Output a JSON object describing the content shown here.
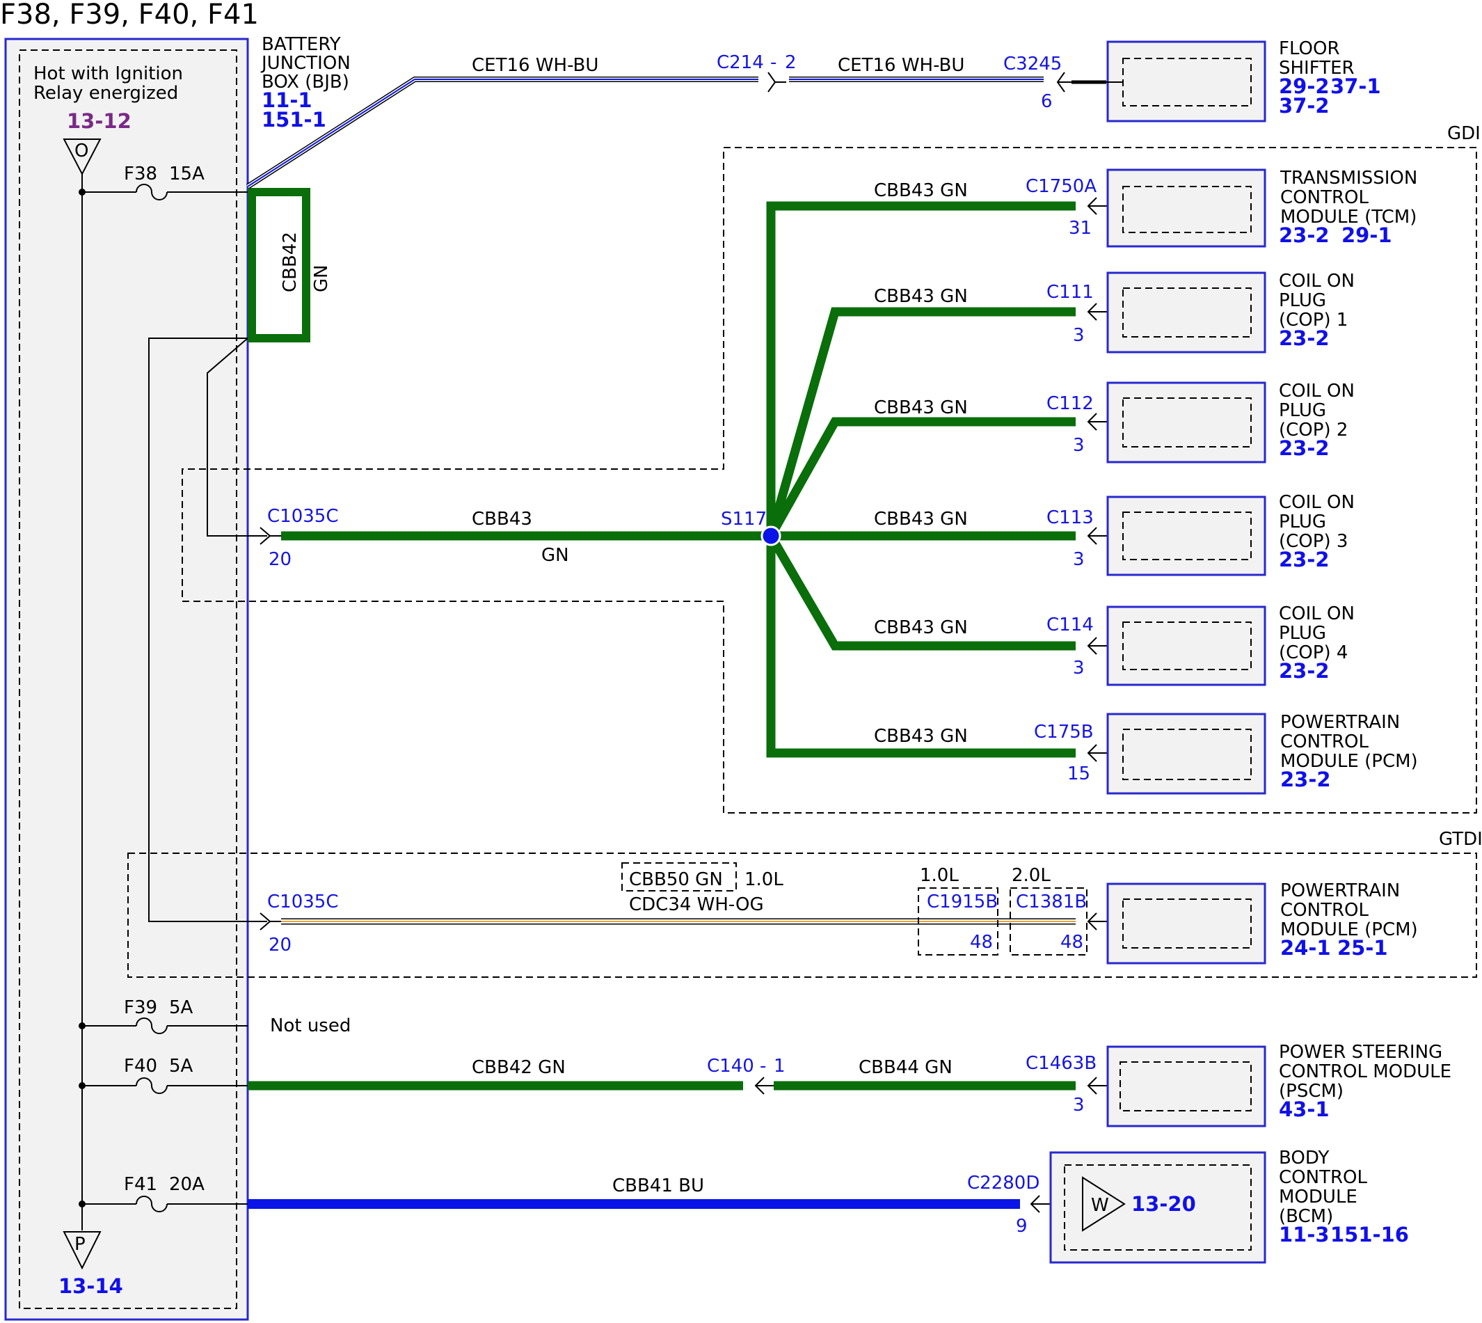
{
  "title": "F38, F39, F40, F41",
  "bjb": {
    "status_line1": "Hot with Ignition",
    "status_line2": "Relay energized",
    "ref_top": "13-12",
    "ref_bottom": "13-14",
    "symbol_top": "O",
    "symbol_bottom": "P",
    "name_line1": "BATTERY",
    "name_line2": "JUNCTION",
    "name_line3": "BOX (BJB)",
    "ref1": "11-1",
    "ref2": "151-1",
    "not_used": "Not used",
    "internal_wire": "CBB42",
    "internal_color": "GN"
  },
  "fuses": [
    {
      "name": "F38",
      "rating": "15A"
    },
    {
      "name": "F39",
      "rating": "5A"
    },
    {
      "name": "F40",
      "rating": "5A"
    },
    {
      "name": "F41",
      "rating": "20A"
    }
  ],
  "floor_shifter": {
    "wire1": "CET16  WH-BU",
    "connector_mid": "C214",
    "connector_mid_pin": "2",
    "wire2": "CET16  WH-BU",
    "connector": "C3245",
    "pin": "6",
    "name_line1": "FLOOR",
    "name_line2": "SHIFTER",
    "ref1": "29-2",
    "ref2": "37-1",
    "ref3": "37-2"
  },
  "gdi": {
    "label": "GDI",
    "connector": "C1035C",
    "pin": "20",
    "wire": "CBB43",
    "wire_color": "GN",
    "splice": "S117",
    "branches": [
      {
        "wire": "CBB43  GN",
        "connector": "C1750A",
        "pin": "31",
        "name_line1": "TRANSMISSION",
        "name_line2": "CONTROL",
        "name_line3": "MODULE (TCM)",
        "ref1": "23-2",
        "ref2": "29-1"
      },
      {
        "wire": "CBB43  GN",
        "connector": "C111",
        "pin": "3",
        "name_line1": "COIL ON",
        "name_line2": "PLUG",
        "name_line3": "(COP) 1",
        "ref1": "23-2",
        "ref2": ""
      },
      {
        "wire": "CBB43  GN",
        "connector": "C112",
        "pin": "3",
        "name_line1": "COIL ON",
        "name_line2": "PLUG",
        "name_line3": "(COP) 2",
        "ref1": "23-2",
        "ref2": ""
      },
      {
        "wire": "CBB43  GN",
        "connector": "C113",
        "pin": "3",
        "name_line1": "COIL ON",
        "name_line2": "PLUG",
        "name_line3": "(COP) 3",
        "ref1": "23-2",
        "ref2": ""
      },
      {
        "wire": "CBB43  GN",
        "connector": "C114",
        "pin": "3",
        "name_line1": "COIL ON",
        "name_line2": "PLUG",
        "name_line3": "(COP) 4",
        "ref1": "23-2",
        "ref2": ""
      },
      {
        "wire": "CBB43  GN",
        "connector": "C175B",
        "pin": "15",
        "name_line1": "POWERTRAIN",
        "name_line2": "CONTROL",
        "name_line3": "MODULE (PCM)",
        "ref1": "23-2",
        "ref2": ""
      }
    ]
  },
  "gtdi": {
    "label": "GTDI",
    "connector": "C1035C",
    "pin": "20",
    "alt_wire": "CBB50  GN",
    "alt_engine": "1.0L",
    "wire": "CDC34  WH-OG",
    "engine_a": "1.0L",
    "engine_b": "2.0L",
    "conn_a": "C1915B",
    "conn_b": "C1381B",
    "pin_a": "48",
    "pin_b": "48",
    "name_line1": "POWERTRAIN",
    "name_line2": "CONTROL",
    "name_line3": "MODULE (PCM)",
    "ref1": "24-1",
    "ref2": "25-1"
  },
  "pscm": {
    "wire1": "CBB42  GN",
    "connector_mid": "C140",
    "connector_mid_pin": "1",
    "wire2": "CBB44  GN",
    "connector": "C1463B",
    "pin": "3",
    "name_line1": "POWER STEERING",
    "name_line2": "CONTROL MODULE",
    "name_line3": "(PSCM)",
    "ref1": "43-1"
  },
  "bcm": {
    "wire": "CBB41  BU",
    "connector": "C2280D",
    "pin": "9",
    "symbol": "W",
    "symbol_ref": "13-20",
    "name_line1": "BODY",
    "name_line2": "CONTROL",
    "name_line3": "MODULE",
    "name_line4": "(BCM)",
    "ref1": "11-3",
    "ref2": "151-16"
  },
  "colors": {
    "green_wire": "#0a6e0a",
    "blue_wire": "#0a14e6",
    "module_border": "#2828d0",
    "ref_blue": "#1010e8",
    "ref_purple": "#7a2a86",
    "wh_og_stripe": "#f0a030"
  }
}
